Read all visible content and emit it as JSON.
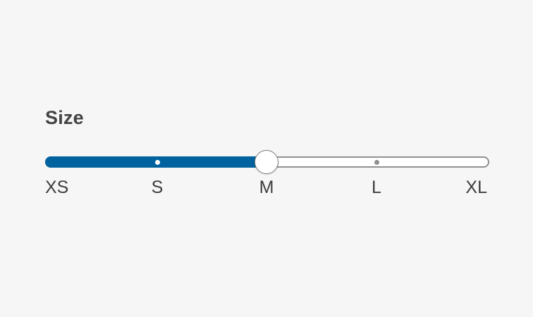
{
  "slider": {
    "label": "Size",
    "options": [
      "XS",
      "S",
      "M",
      "L",
      "XL"
    ],
    "selected_index": 2,
    "selected_value": "M",
    "colors": {
      "fill": "#00629e",
      "track_border": "#919191",
      "track_bg": "#ffffff",
      "background": "#f6f6f6"
    }
  }
}
